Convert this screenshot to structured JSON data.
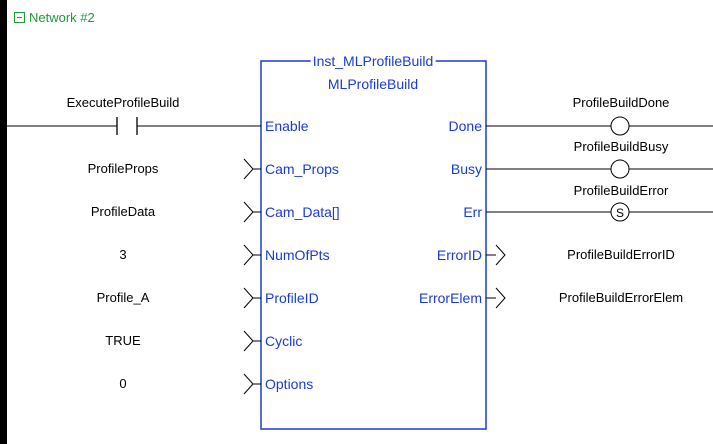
{
  "network": {
    "title": "Network #2"
  },
  "function_block": {
    "instance": "Inst_MLProfileBuild",
    "type": "MLProfileBuild",
    "inputs": [
      {
        "pin": "Enable",
        "value": "ExecuteProfileBuild"
      },
      {
        "pin": "Cam_Props",
        "value": "ProfileProps"
      },
      {
        "pin": "Cam_Data[]",
        "value": "ProfileData"
      },
      {
        "pin": "NumOfPts",
        "value": "3"
      },
      {
        "pin": "ProfileID",
        "value": "Profile_A"
      },
      {
        "pin": "Cyclic",
        "value": "TRUE"
      },
      {
        "pin": "Options",
        "value": "0"
      }
    ],
    "outputs": [
      {
        "pin": "Done",
        "value": "ProfileBuildDone"
      },
      {
        "pin": "Busy",
        "value": "ProfileBuildBusy"
      },
      {
        "pin": "Err",
        "value": "ProfileBuildError",
        "coil": "S"
      },
      {
        "pin": "ErrorID",
        "value": "ProfileBuildErrorID"
      },
      {
        "pin": "ErrorElem",
        "value": "ProfileBuildErrorElem"
      }
    ]
  },
  "colors": {
    "pin_text": "#1a3bd6",
    "network_title": "#1f9a3a",
    "wires": "#000000"
  }
}
